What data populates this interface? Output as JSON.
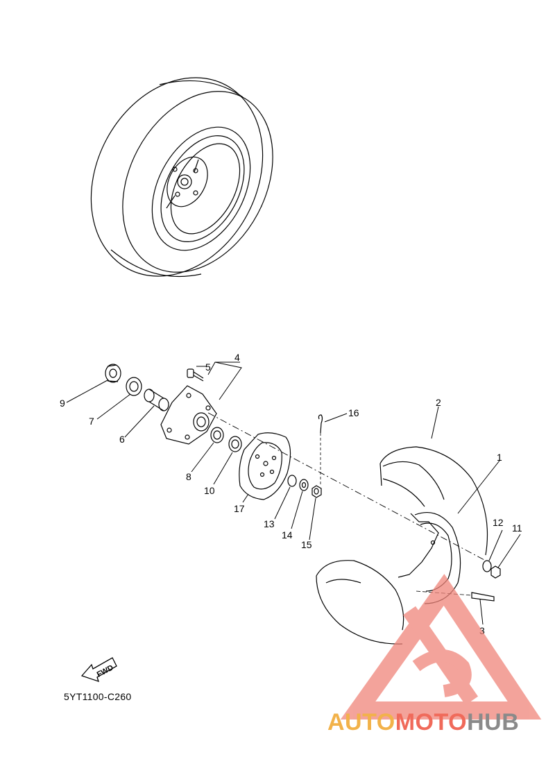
{
  "diagram": {
    "callouts": [
      "1",
      "2",
      "3",
      "4",
      "5",
      "6",
      "7",
      "8",
      "9",
      "10",
      "11",
      "12",
      "13",
      "14",
      "15",
      "16",
      "17"
    ],
    "fwd_label": "FWD",
    "part_code": "5YT1100-C260"
  },
  "watermark": {
    "parts": [
      "AUTO",
      "MOTO",
      "HUB"
    ],
    "colors": {
      "auto": "#f2b24a",
      "moto": "#f06a5a",
      "hub": "#8a8a8a",
      "logo": "#f0857a"
    }
  }
}
